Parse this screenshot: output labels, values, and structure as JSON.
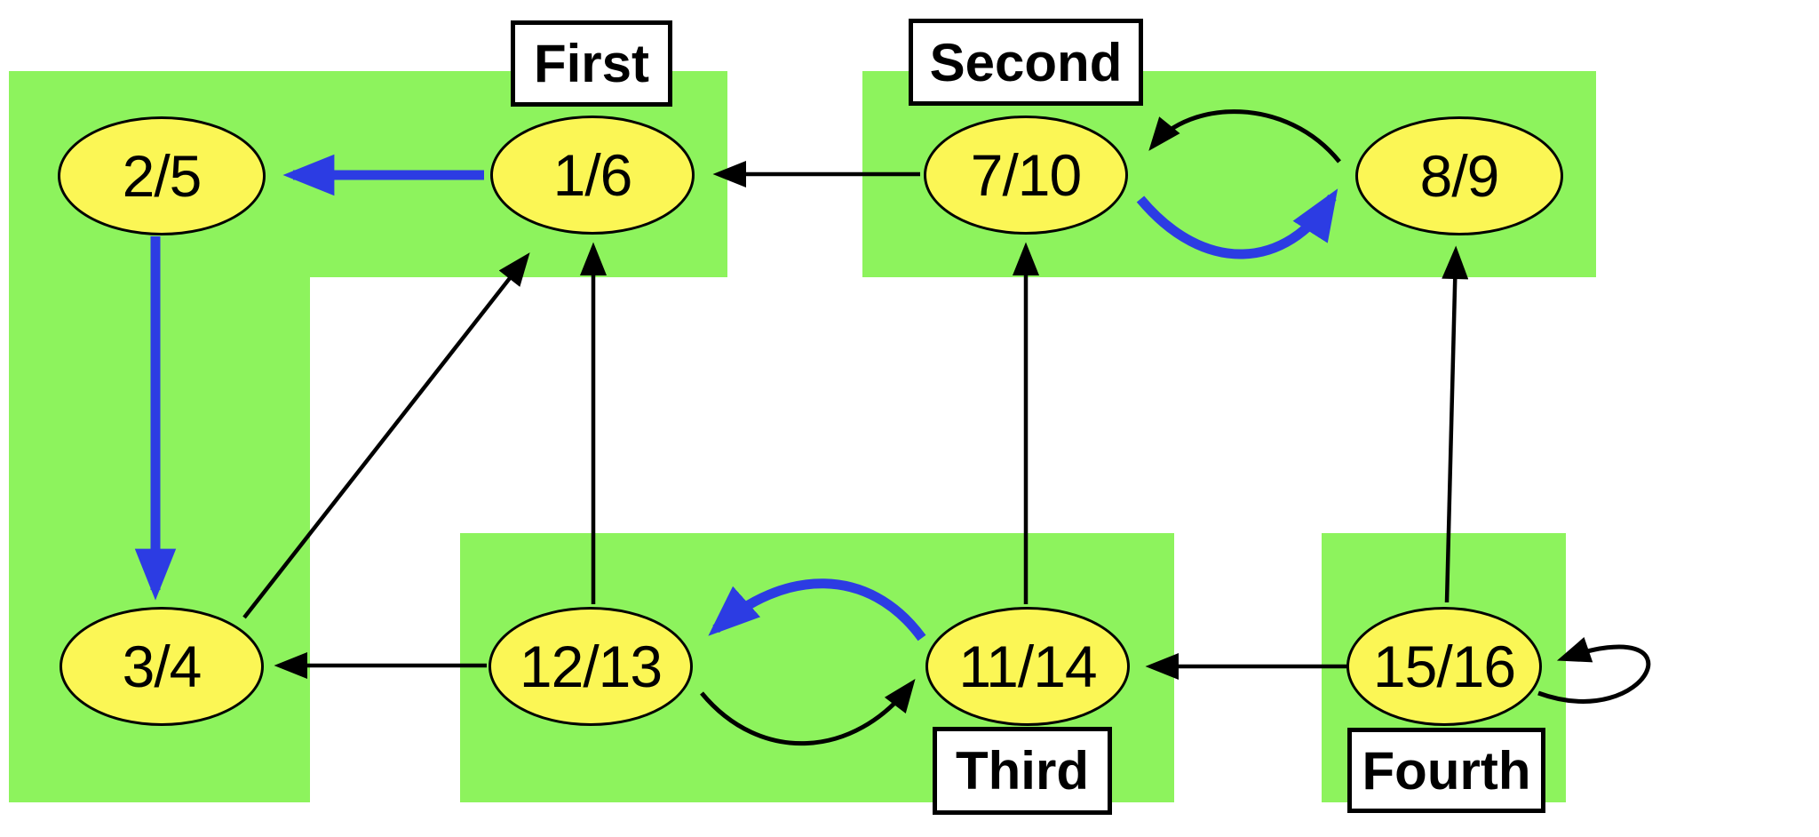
{
  "groups": [
    {
      "id": "first",
      "label": "First"
    },
    {
      "id": "second",
      "label": "Second"
    },
    {
      "id": "third",
      "label": "Third"
    },
    {
      "id": "fourth",
      "label": "Fourth"
    }
  ],
  "nodes": [
    {
      "id": "2/5",
      "label": "2/5",
      "group": "First"
    },
    {
      "id": "1/6",
      "label": "1/6",
      "group": "First"
    },
    {
      "id": "7/10",
      "label": "7/10",
      "group": "Second"
    },
    {
      "id": "8/9",
      "label": "8/9",
      "group": "Second"
    },
    {
      "id": "3/4",
      "label": "3/4",
      "group": "First"
    },
    {
      "id": "12/13",
      "label": "12/13",
      "group": "Third"
    },
    {
      "id": "11/14",
      "label": "11/14",
      "group": "Third"
    },
    {
      "id": "15/16",
      "label": "15/16",
      "group": "Fourth"
    }
  ],
  "edges": [
    {
      "from": "1/6",
      "to": "2/5",
      "color": "blue"
    },
    {
      "from": "2/5",
      "to": "3/4",
      "color": "blue"
    },
    {
      "from": "3/4",
      "to": "1/6",
      "color": "black"
    },
    {
      "from": "12/13",
      "to": "3/4",
      "color": "black"
    },
    {
      "from": "12/13",
      "to": "1/6",
      "color": "black"
    },
    {
      "from": "7/10",
      "to": "1/6",
      "color": "black"
    },
    {
      "from": "7/10",
      "to": "8/9",
      "color": "blue"
    },
    {
      "from": "8/9",
      "to": "7/10",
      "color": "black"
    },
    {
      "from": "11/14",
      "to": "7/10",
      "color": "black"
    },
    {
      "from": "11/14",
      "to": "12/13",
      "color": "blue"
    },
    {
      "from": "12/13",
      "to": "11/14",
      "color": "black"
    },
    {
      "from": "15/16",
      "to": "11/14",
      "color": "black"
    },
    {
      "from": "15/16",
      "to": "8/9",
      "color": "black"
    },
    {
      "from": "15/16",
      "to": "15/16",
      "color": "black"
    }
  ],
  "colors": {
    "region_fill": "#8DF35D",
    "node_fill": "#FBF655",
    "edge_blue": "#2C3CE3",
    "edge_black": "#000000"
  }
}
